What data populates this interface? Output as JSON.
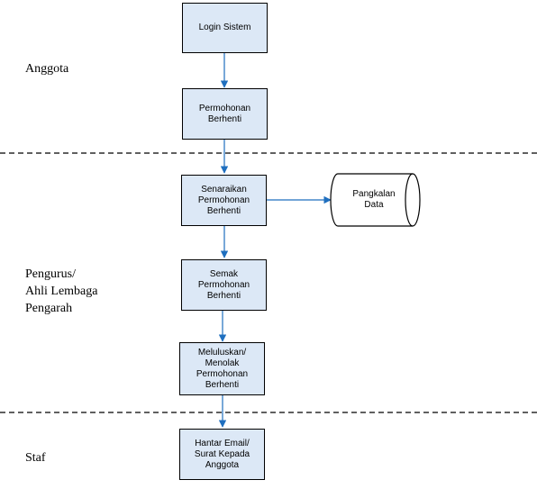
{
  "lanes": [
    {
      "label_lines": [
        "Anggota"
      ]
    },
    {
      "label_lines": [
        "Pengurus/",
        "Ahli Lembaga",
        "Pengarah"
      ]
    },
    {
      "label_lines": [
        "Staf"
      ]
    }
  ],
  "processes": [
    {
      "label_lines": [
        "Login Sistem"
      ]
    },
    {
      "label_lines": [
        "Permohonan",
        "Berhenti"
      ]
    },
    {
      "label_lines": [
        "Senaraikan",
        "Permohonan",
        "Berhenti"
      ]
    },
    {
      "label_lines": [
        "Semak",
        "Permohonan",
        "Berhenti"
      ]
    },
    {
      "label_lines": [
        "Meluluskan/",
        "Menolak",
        "Permohonan",
        "Berhenti"
      ]
    },
    {
      "label_lines": [
        "Hantar Email/",
        "Surat Kepada",
        "Anggota"
      ]
    }
  ],
  "datastore": {
    "label_lines": [
      "Pangkalan",
      "Data"
    ]
  },
  "colors": {
    "box_fill": "#dce8f6",
    "arrow": "#1f6fbf",
    "outline": "#000000"
  }
}
